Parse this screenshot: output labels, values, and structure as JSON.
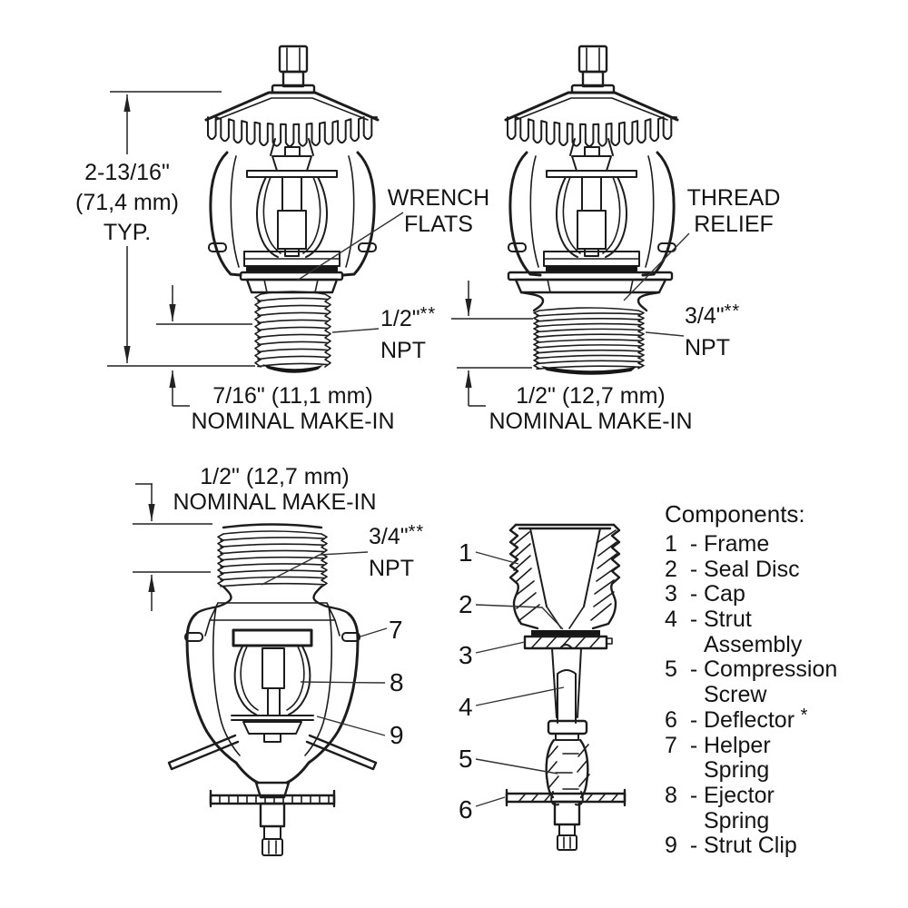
{
  "page": {
    "background": "#ffffff",
    "line_color": "#1c1c1c"
  },
  "figure_upright_small": {
    "dim_height": {
      "l1": "2-13/16\"",
      "l2": "(71,4 mm)",
      "l3": "TYP."
    },
    "wrench_flats": {
      "l1": "WRENCH",
      "l2": "FLATS"
    },
    "npt": {
      "size": "1/2\"",
      "stars": "**",
      "unit": "NPT"
    },
    "make_in": {
      "l1": "7/16\" (11,1 mm)",
      "l2": "NOMINAL MAKE-IN"
    }
  },
  "figure_upright_large": {
    "thread_relief": {
      "l1": "THREAD",
      "l2": "RELIEF"
    },
    "npt": {
      "size": "3/4\"",
      "stars": "**",
      "unit": "NPT"
    },
    "make_in": {
      "l1": "1/2\" (12,7 mm)",
      "l2": "NOMINAL MAKE-IN"
    }
  },
  "figure_pendent": {
    "make_in": {
      "l1": "1/2\" (12,7 mm)",
      "l2": "NOMINAL MAKE-IN"
    },
    "npt": {
      "size": "3/4\"",
      "stars": "**",
      "unit": "NPT"
    },
    "callouts": {
      "helper_spring": "7",
      "ejector_spring": "8",
      "strut_clip": "9"
    }
  },
  "figure_cross_section": {
    "callouts": {
      "frame": "1",
      "seal_disc": "2",
      "cap": "3",
      "strut_assembly": "4",
      "compression_screw": "5",
      "deflector": "6"
    }
  },
  "components": {
    "title": "Components:",
    "dash": "-",
    "items": [
      {
        "num": "1",
        "lines": [
          "Frame"
        ]
      },
      {
        "num": "2",
        "lines": [
          "Seal Disc"
        ]
      },
      {
        "num": "3",
        "lines": [
          "Cap"
        ]
      },
      {
        "num": "4",
        "lines": [
          "Strut",
          "Assembly"
        ]
      },
      {
        "num": "5",
        "lines": [
          "Compression",
          "Screw"
        ]
      },
      {
        "num": "6",
        "lines": [
          "Deflector"
        ],
        "suffix": "*"
      },
      {
        "num": "7",
        "lines": [
          "Helper",
          "Spring"
        ]
      },
      {
        "num": "8",
        "lines": [
          "Ejector",
          "Spring"
        ]
      },
      {
        "num": "9",
        "lines": [
          "Strut Clip"
        ]
      }
    ]
  }
}
